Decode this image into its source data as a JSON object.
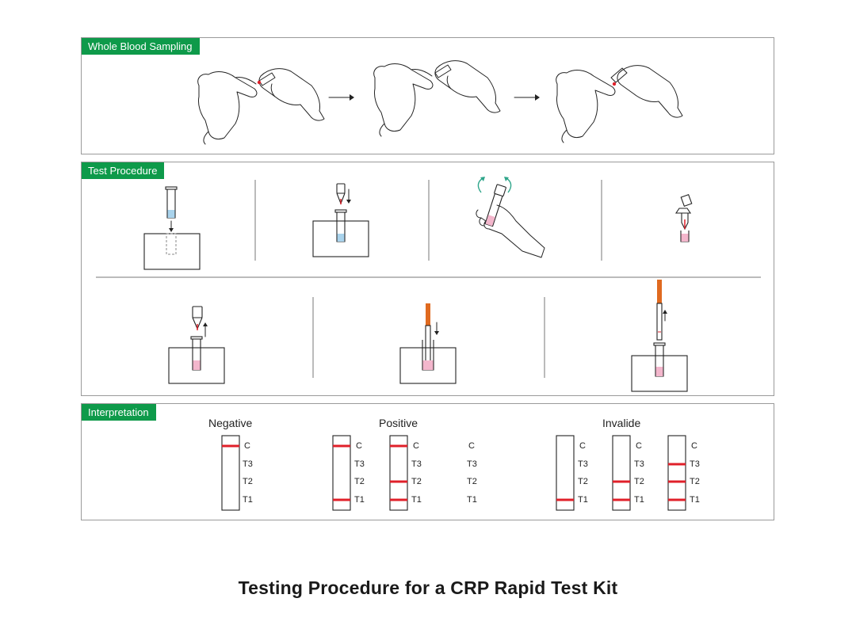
{
  "sections": {
    "sampling": {
      "tag": "Whole Blood Sampling"
    },
    "procedure": {
      "tag": "Test Procedure"
    },
    "interpretation": {
      "tag": "Interpretation",
      "groups": {
        "negative": "Negative",
        "positive": "Positive",
        "invalid": "Invalide"
      },
      "band_labels": [
        "C",
        "T3",
        "T2",
        "T1"
      ]
    }
  },
  "caption": "Testing Procedure for a CRP Rapid Test Kit",
  "colors": {
    "tag_green": "#0e9a4a",
    "band_red": "#e0202a",
    "liquid_blue": "#a9d3ec",
    "liquid_pink": "#f3b6cc",
    "strip_orange": "#e06a20",
    "arrow_teal": "#2ea58a"
  },
  "icons": [
    "hand-icon",
    "fingertip-icon",
    "lancet-icon",
    "arrow-right-icon",
    "tube-icon",
    "dropper-icon",
    "test-strip-icon",
    "rotate-icon"
  ]
}
